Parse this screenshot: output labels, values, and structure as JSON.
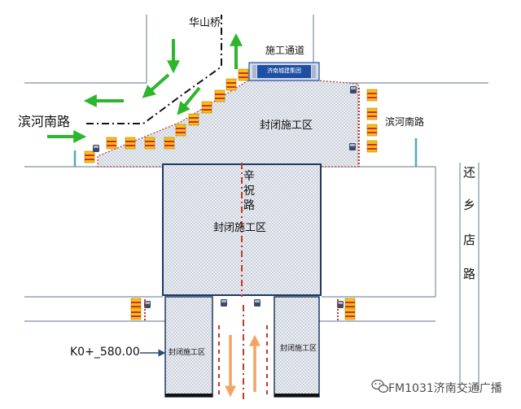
{
  "labels": {
    "huashan_bridge": "华山桥",
    "construction_passage": "施工通道",
    "binhe_road_west": "滨河南路",
    "binhe_road_east": "滨河南路",
    "closed_zone_upper": "封闭施工区",
    "closed_zone_center": "封闭施工区",
    "closed_zone_lower_left": "封闭施工区",
    "closed_zone_lower_right": "封闭施工区",
    "xinzhu_road": [
      "辛",
      "祝",
      "路"
    ],
    "huanxiangdian_road": [
      "还",
      "乡",
      "店",
      "路"
    ],
    "station": "K0+_580.00",
    "sign_text": "济南城建集团"
  },
  "watermark": {
    "text": "FM1031济南交通广播",
    "icon": "wechat-icon"
  },
  "colors": {
    "road_line": "#7f8fa6",
    "zone_border": "#1f3864",
    "zone_fill": "#e6e9ef",
    "green_arrow": "#2db52d",
    "orange_arrow": "#f4a261",
    "red_centerline": "#c0392b",
    "blue_post": "#4ea8c9",
    "barrel": "#f4c20d",
    "barrel_stripe": "#d7263d",
    "sign_blue": "#1e4fa3"
  }
}
